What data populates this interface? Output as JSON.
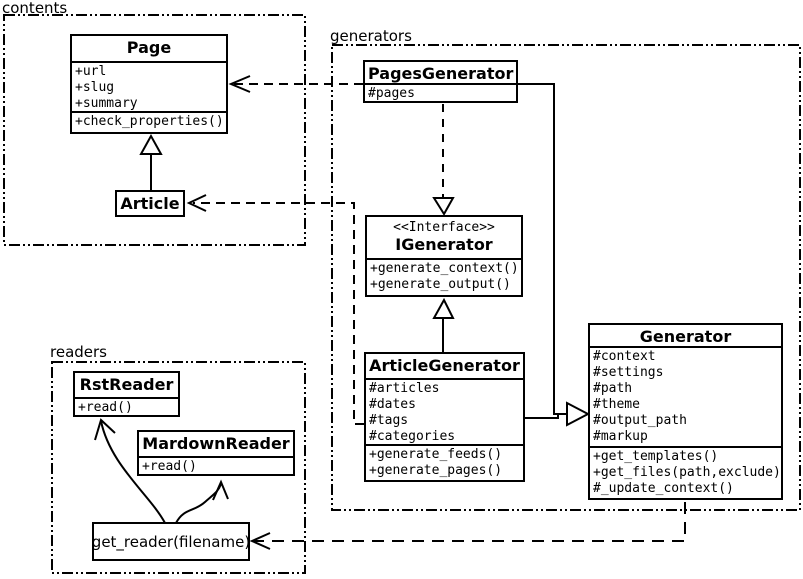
{
  "diagram": {
    "packages": [
      {
        "id": "contents",
        "label": "contents"
      },
      {
        "id": "generators",
        "label": "generators"
      },
      {
        "id": "readers",
        "label": "readers"
      }
    ],
    "classes": {
      "page": {
        "name": "Page",
        "attributes": [
          "+url",
          "+slug",
          "+summary"
        ],
        "methods": [
          "+check_properties()"
        ]
      },
      "article": {
        "name": "Article"
      },
      "pagesGenerator": {
        "name": "PagesGenerator",
        "attributes": [
          "#pages"
        ]
      },
      "iGenerator": {
        "stereotype": "<<Interface>>",
        "name": "IGenerator",
        "methods": [
          "+generate_context()",
          "+generate_output()"
        ]
      },
      "articleGenerator": {
        "name": "ArticleGenerator",
        "attributes": [
          "#articles",
          "#dates",
          "#tags",
          "#categories"
        ],
        "methods": [
          "+generate_feeds()",
          "+generate_pages()"
        ]
      },
      "generator": {
        "name": "Generator",
        "attributes": [
          "#context",
          "#settings",
          "#path",
          "#theme",
          "#output_path",
          "#markup"
        ],
        "methods": [
          "+get_templates()",
          "+get_files(path,exclude)",
          "#_update_context()"
        ]
      },
      "rstReader": {
        "name": "RstReader",
        "methods": [
          "+read()"
        ]
      },
      "mardownReader": {
        "name": "MardownReader",
        "methods": [
          "+read()"
        ]
      }
    },
    "nodes": {
      "getReader": {
        "label": "get_reader(filename)"
      }
    },
    "relationships": [
      "Article --|> Page",
      "PagesGenerator ..> Page",
      "ArticleGenerator ..> Article",
      "PagesGenerator ..|> IGenerator",
      "ArticleGenerator --|> IGenerator",
      "PagesGenerator --|> Generator",
      "ArticleGenerator --|> Generator",
      "Generator ..> get_reader(filename)",
      "get_reader(filename) -> RstReader",
      "get_reader(filename) -> MardownReader"
    ],
    "colors": {
      "line": "#000000",
      "background": "#ffffff"
    }
  }
}
